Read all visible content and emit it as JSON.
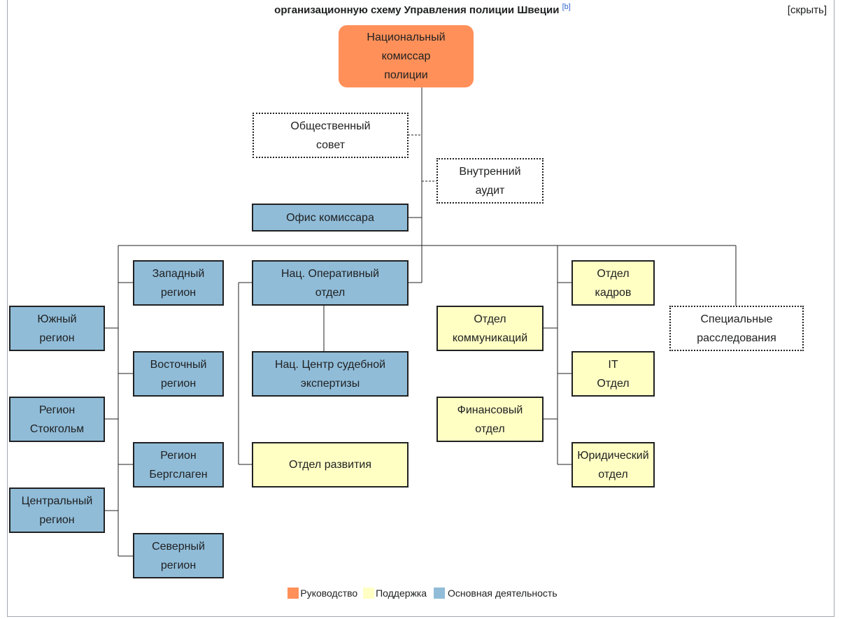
{
  "header": {
    "title": "организационную схему Управления полиции Швеции",
    "ref": "[b]",
    "hide_label": "[скрыть]"
  },
  "colors": {
    "lead": "#ff9059",
    "support": "#ffffc4",
    "core": "#90bcd8"
  },
  "nodes": {
    "commissioner": "Национальный\nкомиссар\nполиции",
    "public_council": "Общественный\nсовет",
    "internal_audit": "Внутренний\nаудит",
    "commissioner_office": "Офис комиссара",
    "western_region": "Западный\nрегион",
    "southern_region": "Южный\nрегион",
    "eastern_region": "Восточный\nрегион",
    "stockholm_region": "Регион\nСтокгольм",
    "bergslagen_region": "Регион\nБергслаген",
    "central_region": "Центральный\nрегион",
    "northern_region": "Северный\nрегион",
    "operations_dept": "Нац. Оперативный\nотдел",
    "forensic_centre": "Нац. Центр судебной\nэкспертизы",
    "development_dept": "Отдел развития",
    "hr_dept": "Отдел\nкадров",
    "communications_dept": "Отдел\nкоммуникаций",
    "it_dept": "IT\nОтдел",
    "finance_dept": "Финансовый\nотдел",
    "legal_dept": "Юридический\nотдел",
    "special_investigations": "Специальные\nрасследования"
  },
  "legend": {
    "lead": "Руководство",
    "support": "Поддержка",
    "core": "Основная деятельность"
  }
}
